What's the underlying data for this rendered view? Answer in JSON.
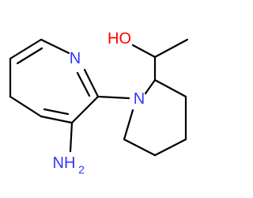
{
  "molecule": {
    "atoms": {
      "ring_n": "N",
      "piperidine_n": "N",
      "hydroxyl": "HO",
      "amine": "NH",
      "amine_subscript": "2"
    },
    "colors": {
      "bond": "#000000",
      "nitrogen": "#3333ff",
      "oxygen": "#ff0000"
    }
  }
}
